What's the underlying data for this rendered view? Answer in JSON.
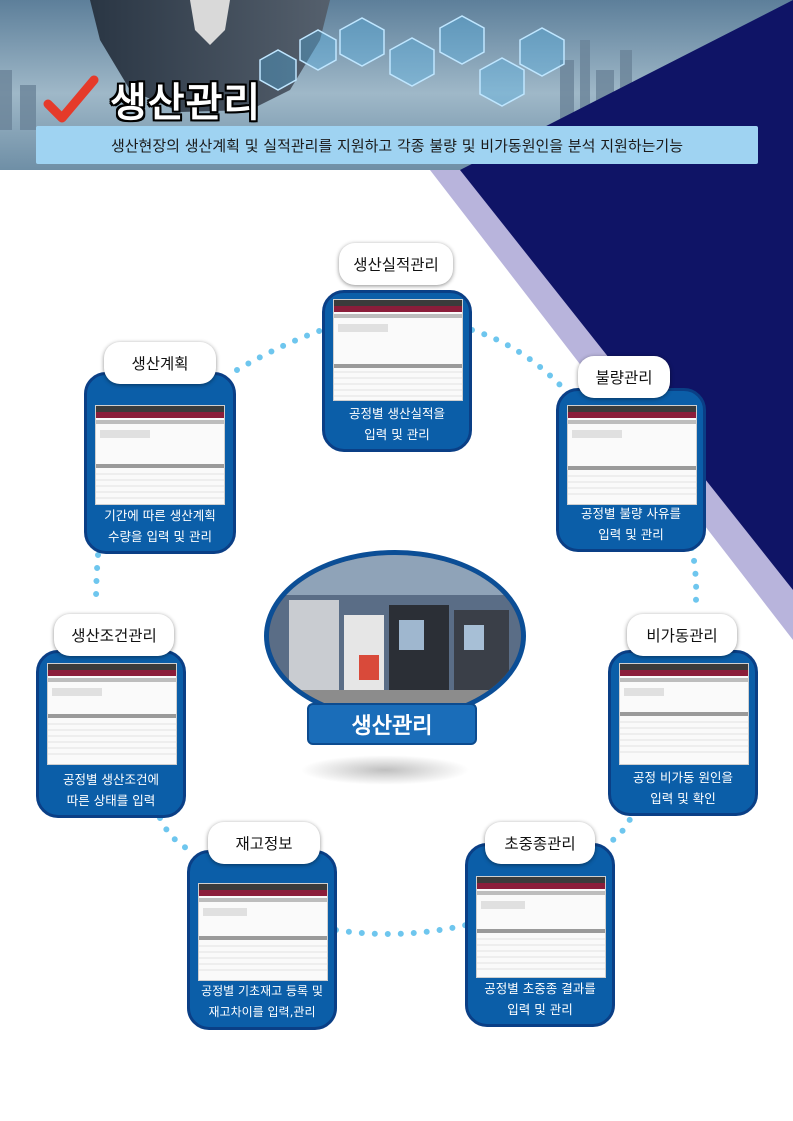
{
  "header": {
    "title": "생산관리",
    "description": "생산현장의 생산계획 및 실적관리를 지원하고 각종 불량 및 비가동원인을 분석 지원하는기능"
  },
  "center": {
    "label": "생산관리"
  },
  "modules": [
    {
      "id": "performance",
      "title": "생산실적관리",
      "caption_line1": "공정별 생산실적을",
      "caption_line2": "입력 및 관리"
    },
    {
      "id": "defect",
      "title": "불량관리",
      "caption_line1": "공정별 불량 사유를",
      "caption_line2": "입력 및 관리"
    },
    {
      "id": "downtime",
      "title": "비가동관리",
      "caption_line1": "공정 비가동 원인을",
      "caption_line2": "입력 및 확인"
    },
    {
      "id": "firstlast",
      "title": "초중종관리",
      "caption_line1": "공정별 초중종 결과를",
      "caption_line2": "입력 및 관리"
    },
    {
      "id": "inventory",
      "title": "재고정보",
      "caption_line1": "공정별 기초재고 등록 및",
      "caption_line2": "재고차이를 입력,관리"
    },
    {
      "id": "condition",
      "title": "생산조건관리",
      "caption_line1": "공정별 생산조건에",
      "caption_line2": "따른 상태를 입력"
    },
    {
      "id": "plan",
      "title": "생산계획",
      "caption_line1": "기간에 따른 생산계획",
      "caption_line2": "수량을 입력 및 관리"
    }
  ],
  "colors": {
    "card_fill": "#0b5ea8",
    "card_border": "#0a3f86",
    "description_bar": "#9fd3f2",
    "dot_ring": "#6ec6ee",
    "navy_band": "#0f1466",
    "lavender_band": "#b8b4dc",
    "checkmark": "#e53a2a"
  }
}
